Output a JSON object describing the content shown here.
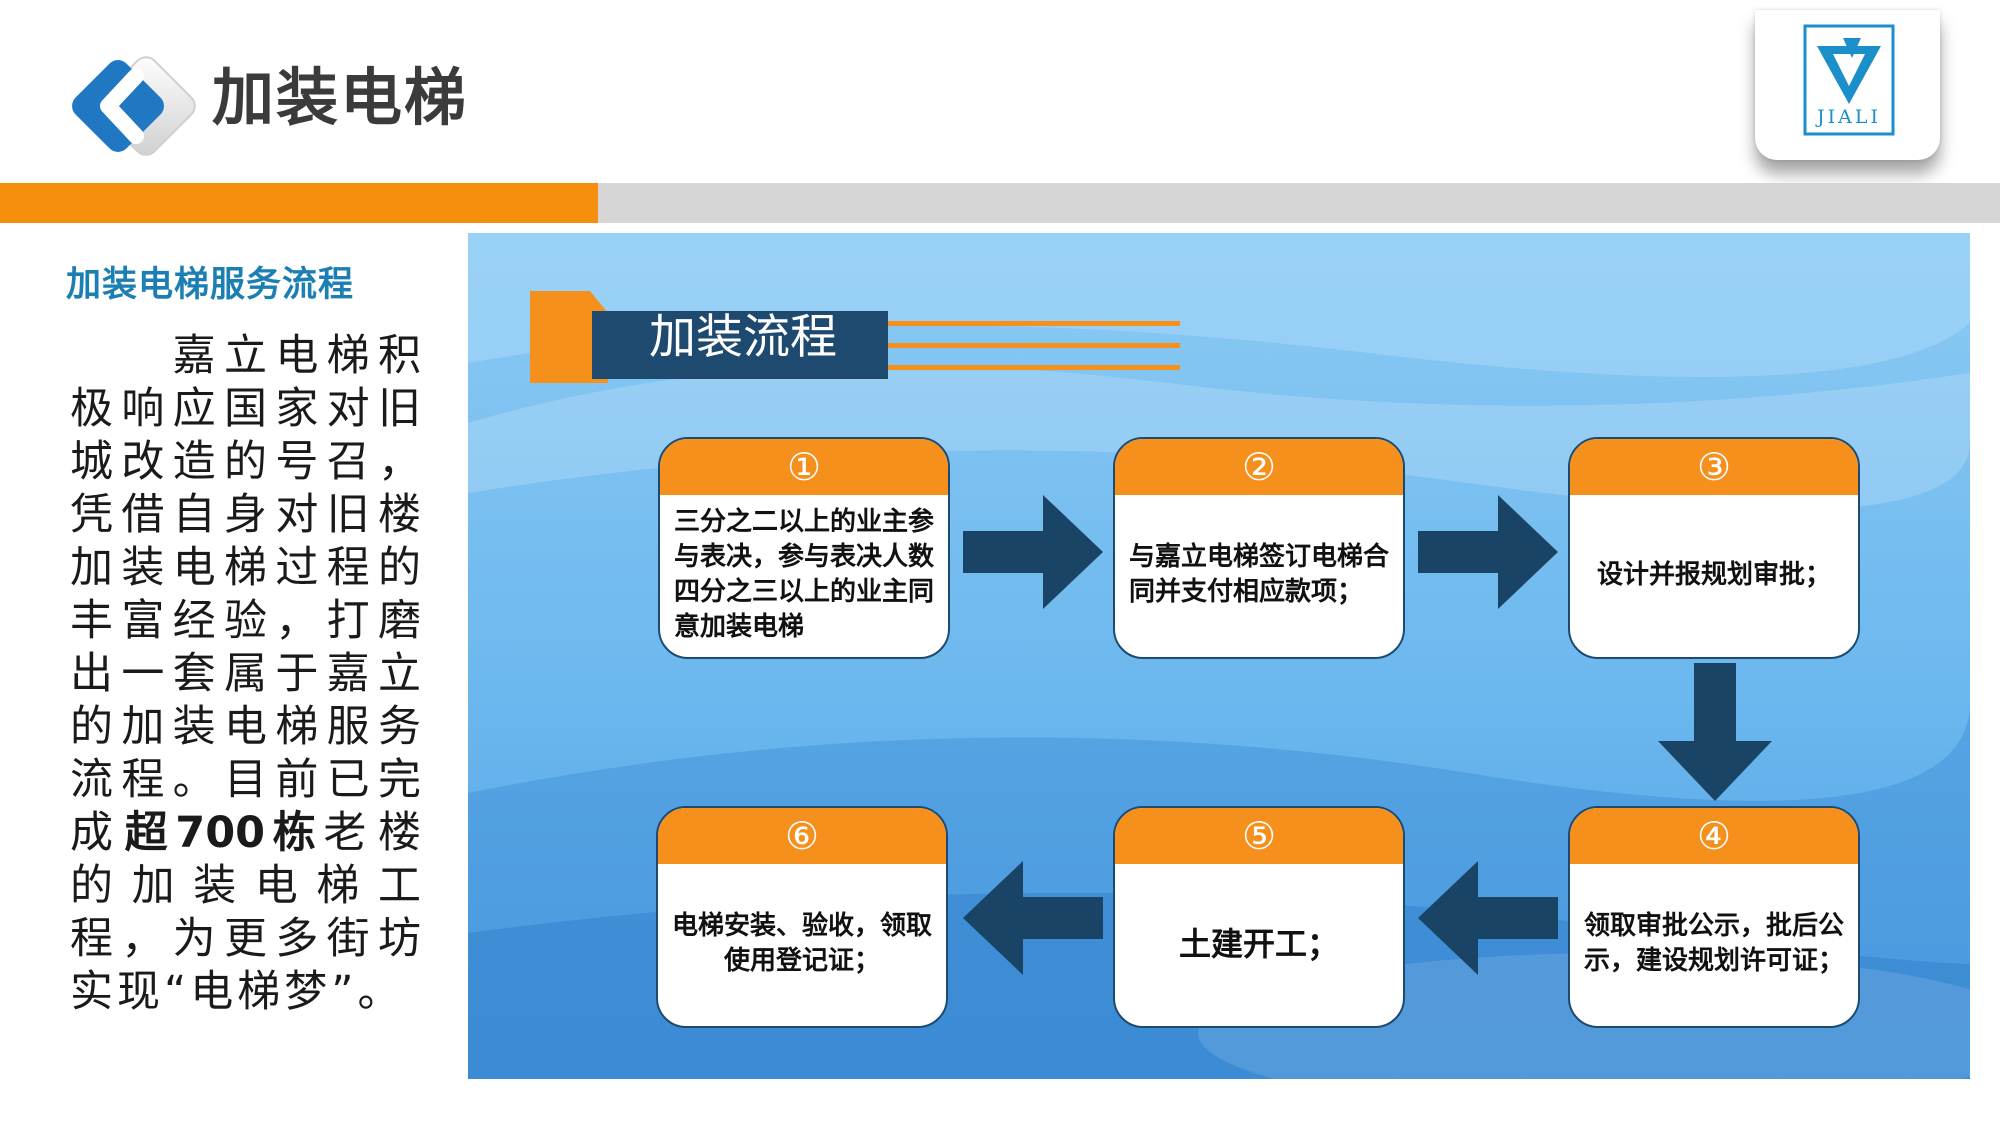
{
  "header": {
    "title": "加装电梯"
  },
  "logo": {
    "text": "JIALI"
  },
  "sidebar": {
    "section_title": "加装电梯服务流程",
    "para_before": "　　嘉立电梯积极响应国家对旧城改造的号召，凭借自身对旧楼加装电梯过程的丰富经验，打磨出一套属于嘉立的加装电梯服务流程。目前已完成",
    "para_highlight": "超700栋",
    "para_after": "老楼的加装电梯工程，为更多街坊实现“电梯梦”。"
  },
  "diagram": {
    "title": "加装流程",
    "steps": [
      {
        "num": "①",
        "text": "三分之二以上的业主参与表决，参与表决人数四分之三以上的业主同意加装电梯"
      },
      {
        "num": "②",
        "text": "与嘉立电梯签订电梯合同并支付相应款项；"
      },
      {
        "num": "③",
        "text": "设计并报规划审批；"
      },
      {
        "num": "④",
        "text": "领取审批公示，批后公示，建设规划许可证；"
      },
      {
        "num": "⑤",
        "text": "土建开工；"
      },
      {
        "num": "⑥",
        "text": "电梯安装、验收，领取使用登记证；"
      }
    ]
  },
  "colors": {
    "accent_orange": "#f68f0e",
    "arrow_navy": "#1a4466",
    "title_blue": "#1c7fb3",
    "panel_blue": "#6bb7ee"
  }
}
